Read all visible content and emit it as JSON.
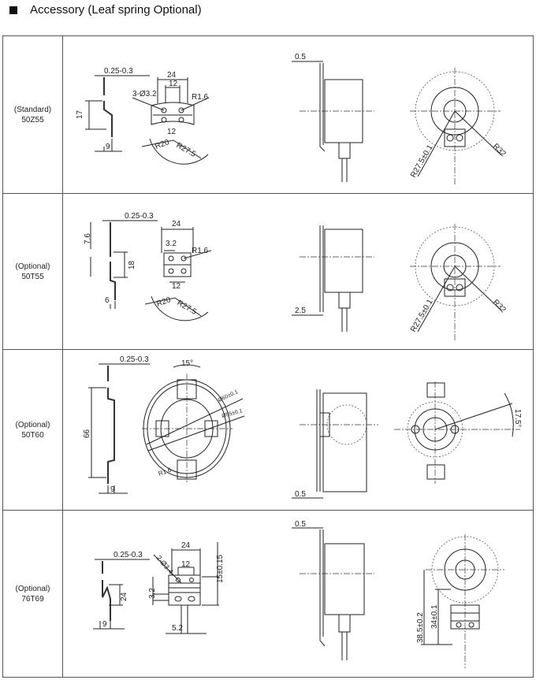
{
  "header": {
    "title": "Accessory (Leaf spring Optional)"
  },
  "rows": [
    {
      "type": "(Standard)",
      "model": "50Z55",
      "dims": {
        "thickness": "0.25-0.3",
        "height": "17",
        "width": "9",
        "w24": "24",
        "w12": "12",
        "holes": "3-Ø3.2",
        "r16": "R1.6",
        "w12b": "12",
        "r20": "R20",
        "r275": "R27.5",
        "gap": "0.5",
        "r275tol": "R27.5±0.1",
        "r32": "R32"
      }
    },
    {
      "type": "(Optional)",
      "model": "50T55",
      "dims": {
        "thickness": "0.25-0.3",
        "h76": "7.6",
        "h18": "18",
        "width": "6",
        "w24": "24",
        "w32": "3.2",
        "r16": "R1.6",
        "w12": "12",
        "r20": "R20",
        "r275": "R27.5",
        "gap": "2.5",
        "r275tol": "R27.5±0.1",
        "r32": "R32"
      }
    },
    {
      "type": "(Optional)",
      "model": "50T60",
      "dims": {
        "thickness": "0.25-0.3",
        "height": "66",
        "width": "9",
        "angle": "15°",
        "d60": "Ø60±0.1",
        "d55": "Ø55±0.1",
        "r16": "R1.6",
        "gap": "0.5",
        "angle2": "17.5°"
      }
    },
    {
      "type": "(Optional)",
      "model": "76T69",
      "dims": {
        "thickness": "0.25-0.3",
        "h24": "24",
        "width": "9",
        "w24": "24",
        "holes": "2-Ø3.4",
        "w12": "12",
        "h15": "15±0.15",
        "h32": "3.2",
        "w52": "5.2",
        "gap": "0.5",
        "h385": "38.5±0.2",
        "h34": "34±0.1"
      }
    }
  ]
}
